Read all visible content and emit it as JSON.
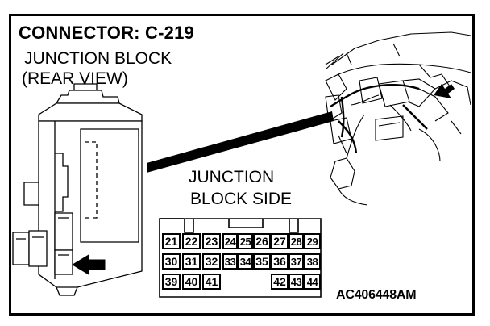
{
  "connector_title": "CONNECTOR: C-219",
  "view_label": {
    "line1": "JUNCTION BLOCK",
    "line2": "(REAR VIEW)"
  },
  "side_label": {
    "line1": "JUNCTION",
    "line2": "BLOCK SIDE"
  },
  "figure_code": "AC406448AM",
  "pin_rows": [
    [
      "21",
      "22",
      "23",
      "24",
      "25",
      "26",
      "27",
      "28",
      "29"
    ],
    [
      "30",
      "31",
      "32",
      "33",
      "34",
      "35",
      "36",
      "37",
      "38"
    ],
    [
      "39",
      "40",
      "41",
      "",
      "",
      "",
      "42",
      "43",
      "44"
    ]
  ],
  "colors": {
    "line": "#000000",
    "background": "#ffffff"
  }
}
